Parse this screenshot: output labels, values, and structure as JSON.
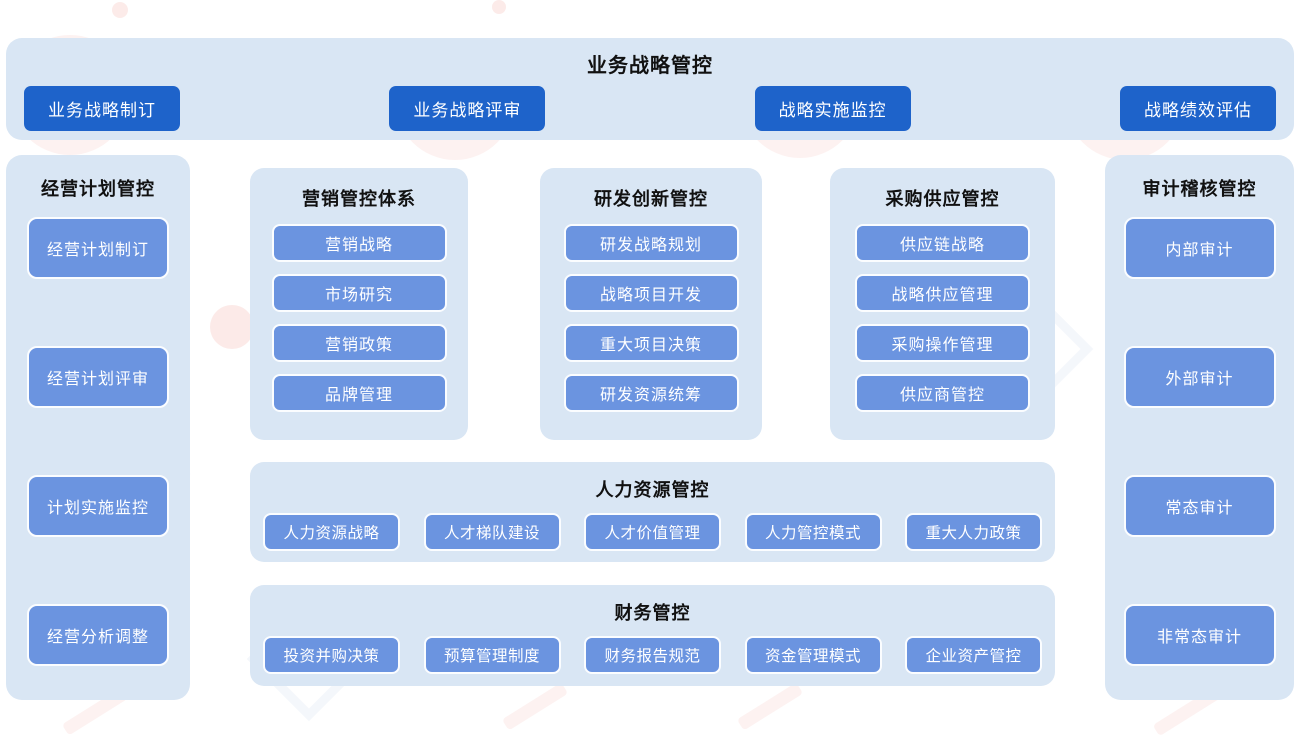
{
  "banner": {
    "title": "业务战略管控",
    "buttons": [
      "业务战略制订",
      "业务战略评审",
      "战略实施监控",
      "战略绩效评估"
    ]
  },
  "left_column": {
    "title": "经营计划管控",
    "items": [
      "经营计划制订",
      "经营计划评审",
      "计划实施监控",
      "经营分析调整"
    ]
  },
  "panels": [
    {
      "title": "营销管控体系",
      "items": [
        "营销战略",
        "市场研究",
        "营销政策",
        "品牌管理"
      ]
    },
    {
      "title": "研发创新管控",
      "items": [
        "研发战略规划",
        "战略项目开发",
        "重大项目决策",
        "研发资源统筹"
      ]
    },
    {
      "title": "采购供应管控",
      "items": [
        "供应链战略",
        "战略供应管理",
        "采购操作管理",
        "供应商管控"
      ]
    }
  ],
  "hr_panel": {
    "title": "人力资源管控",
    "items": [
      "人力资源战略",
      "人才梯队建设",
      "人才价值管理",
      "人力管控模式",
      "重大人力政策"
    ]
  },
  "finance_panel": {
    "title": "财务管控",
    "items": [
      "投资并购决策",
      "预算管理制度",
      "财务报告规范",
      "资金管理模式",
      "企业资产管控"
    ]
  },
  "right_column": {
    "title": "审计稽核管控",
    "items": [
      "内部审计",
      "外部审计",
      "常态审计",
      "非常态审计"
    ]
  },
  "colors": {
    "panel_bg": "#d9e6f4",
    "dark_button": "#1e63ca",
    "light_button": "#6b94e0",
    "button_text": "#ffffff",
    "title_text": "#111111"
  }
}
